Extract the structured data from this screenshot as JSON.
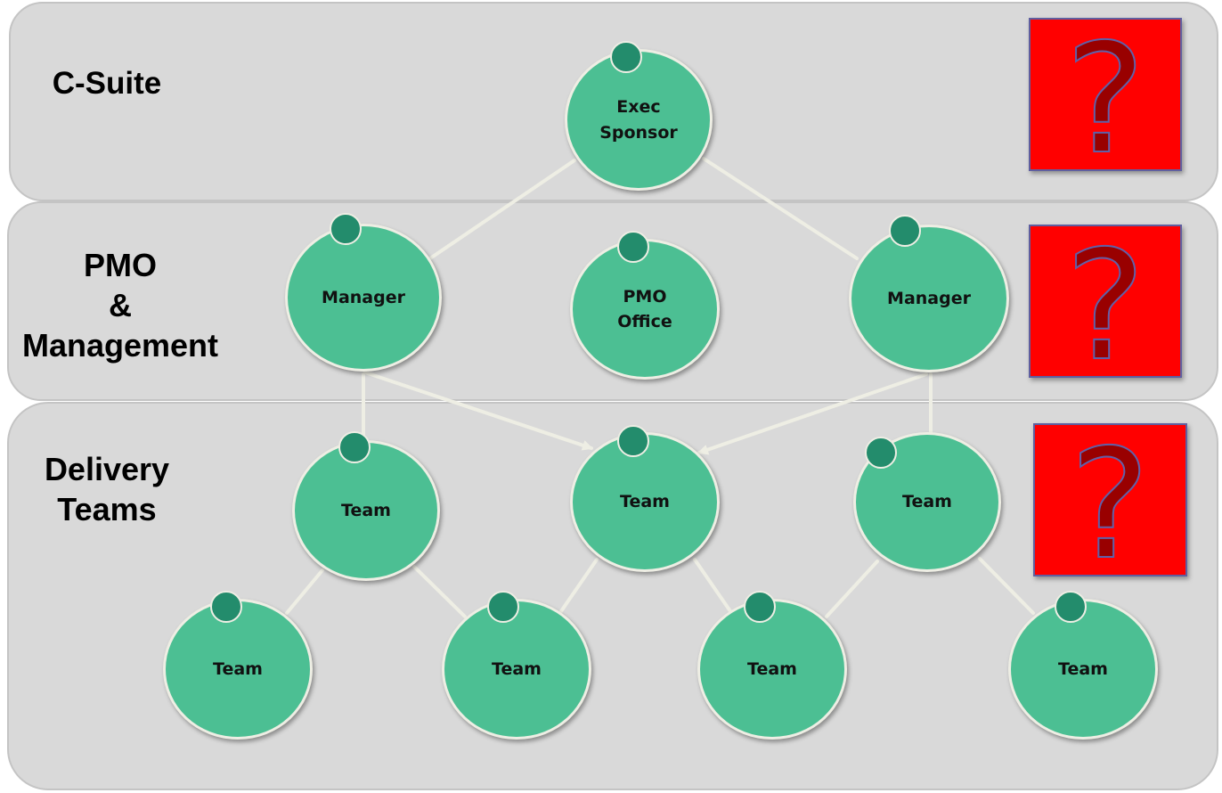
{
  "bands": {
    "csuite": {
      "label": "C-Suite"
    },
    "pmo": {
      "label": "PMO\n&\nManagement"
    },
    "delivery": {
      "label": "Delivery\nTeams"
    }
  },
  "nodes": {
    "exec_sponsor": "Exec\nSponsor",
    "manager_left": "Manager",
    "pmo_office": "PMO\nOffice",
    "manager_right": "Manager",
    "team_mid_left": "Team",
    "team_mid_center": "Team",
    "team_mid_right": "Team",
    "team_bottom_1": "Team",
    "team_bottom_2": "Team",
    "team_bottom_3": "Team",
    "team_bottom_4": "Team"
  },
  "question_marks": [
    "?",
    "?",
    "?"
  ],
  "colors": {
    "band_fill": "#d9d9d9",
    "node_fill": "#4cbf93",
    "node_dot": "#238c6c",
    "node_border": "#eeeee4",
    "question_box": "#ff0000",
    "question_glyph": "#990000",
    "connector": "#eeeee4"
  }
}
